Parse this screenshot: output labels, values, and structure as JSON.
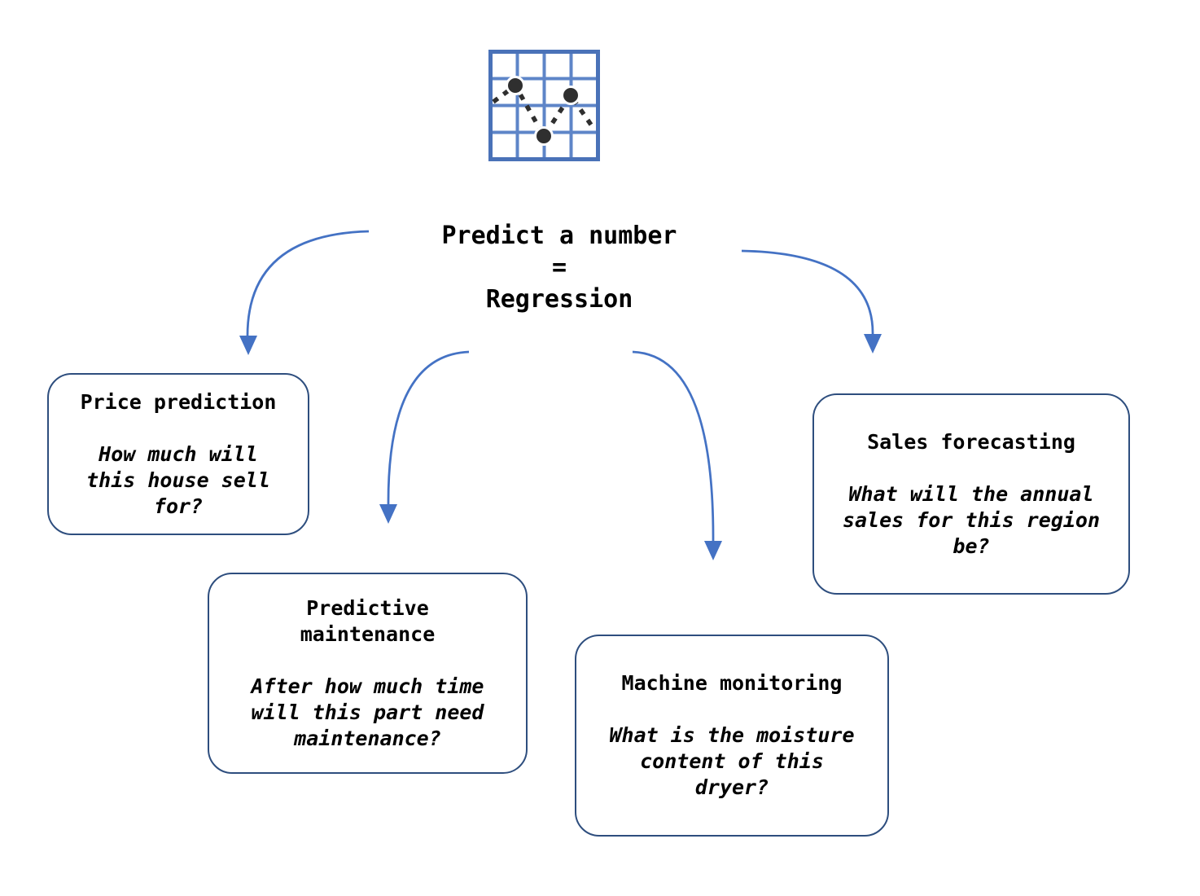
{
  "diagram": {
    "icon": {
      "name": "scatter-line-chart-icon",
      "description": "grid chart with dashed line through three points"
    },
    "root": {
      "text": "Predict a number\n=\nRegression"
    },
    "nodes": [
      {
        "id": "price-prediction",
        "title": "Price prediction",
        "question": "How much will\nthis house sell\nfor?"
      },
      {
        "id": "predictive-maintenance",
        "title": "Predictive\nmaintenance",
        "question": "After how much time\nwill this part need\nmaintenance?"
      },
      {
        "id": "machine-monitoring",
        "title": "Machine monitoring",
        "question": "What is the moisture\ncontent of this\ndryer?"
      },
      {
        "id": "sales-forecasting",
        "title": "Sales forecasting",
        "question": "What will the annual\nsales for this region\nbe?"
      }
    ],
    "colors": {
      "arrow": "#4472C4",
      "box_border": "#2E4E7E",
      "icon_grid": "#5E85C8",
      "icon_points": "#2F2F2F",
      "text": "#000000",
      "background": "#FFFFFF"
    }
  }
}
